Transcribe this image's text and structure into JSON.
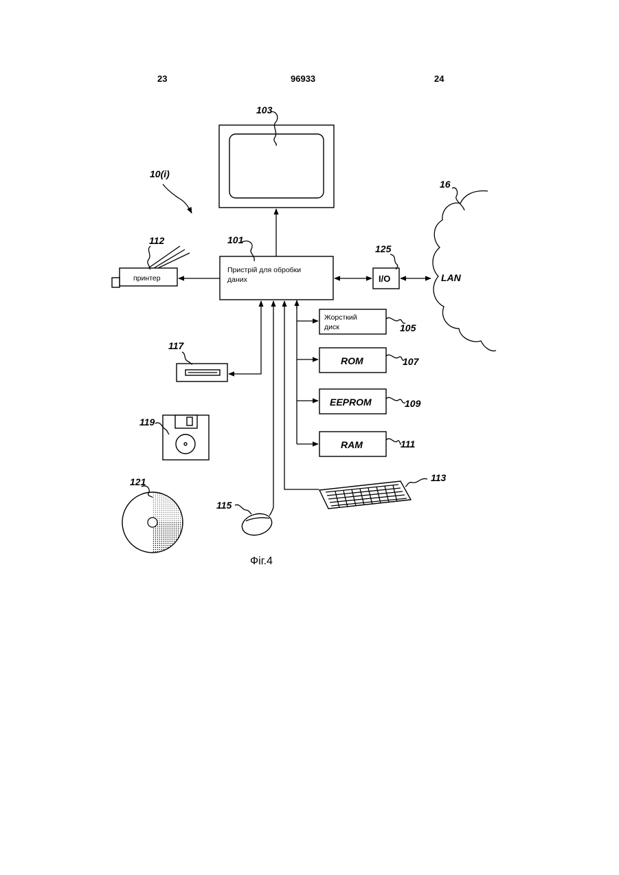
{
  "header": {
    "left_page": "23",
    "patent_number": "96933",
    "right_page": "24"
  },
  "figure": {
    "caption": "Фiг.4",
    "system_ref": "10(i)",
    "network_ref": "16",
    "network_label": "LAN",
    "monitor_ref": "103",
    "processor_ref": "101",
    "processor_label_line1": "Пристрій для обробки",
    "processor_label_line2": "даних",
    "printer_ref": "112",
    "printer_label": "принтер",
    "io_ref": "125",
    "io_label": "I/O",
    "hdd_ref": "105",
    "hdd_label_line1": "Жорсткий",
    "hdd_label_line2": "диск",
    "rom_ref": "107",
    "rom_label": "ROM",
    "eeprom_ref": "109",
    "eeprom_label": "EEPROM",
    "ram_ref": "111",
    "ram_label": "RAM",
    "drive_ref": "117",
    "floppy_ref": "119",
    "cd_ref": "121",
    "mouse_ref": "115",
    "keyboard_ref": "113"
  }
}
